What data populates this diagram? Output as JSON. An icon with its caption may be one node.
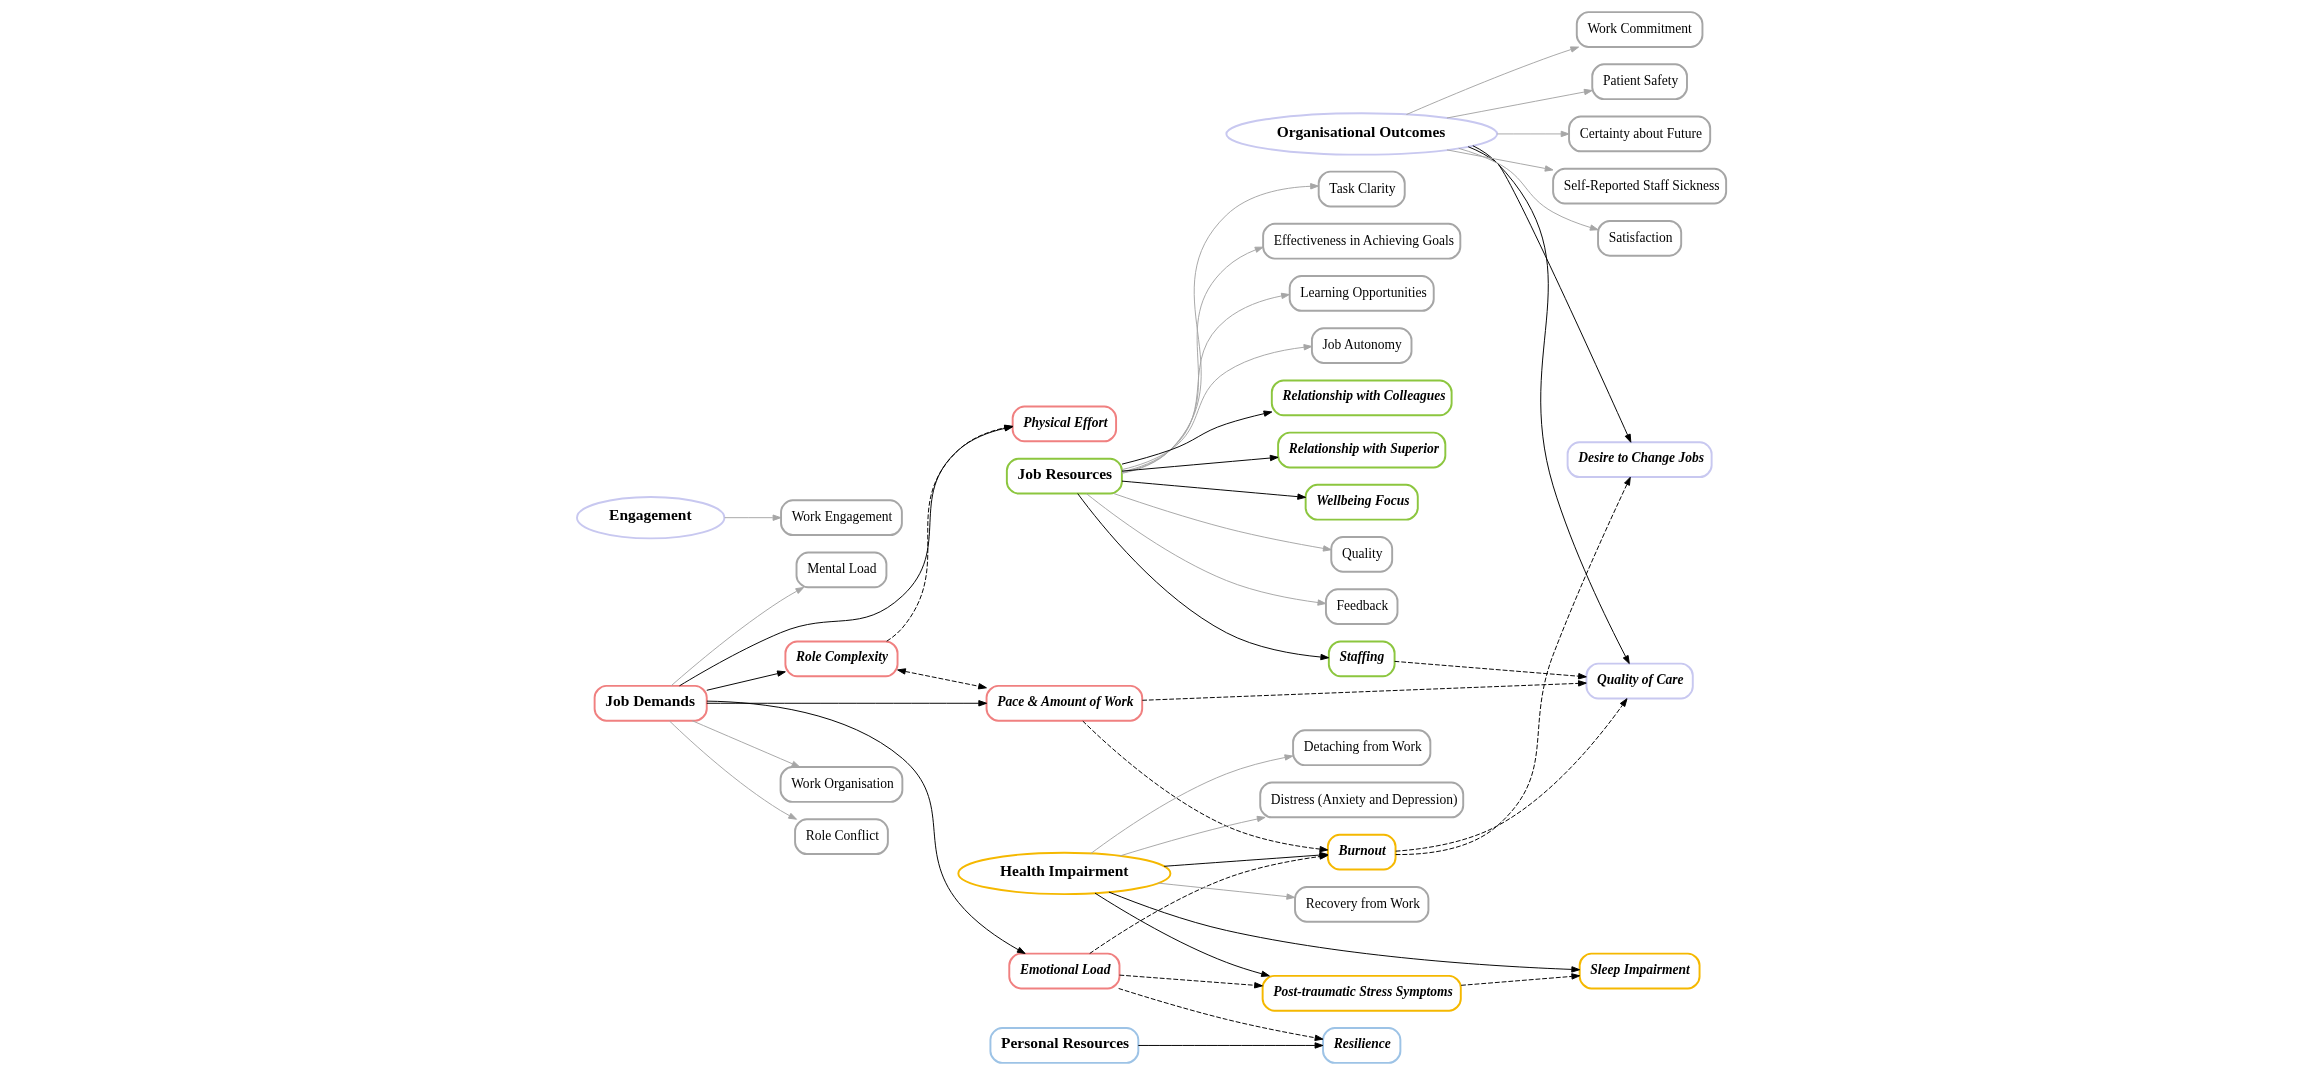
{
  "diagram": {
    "nodes": [
      {
        "text": [
          "Job Demands"
        ]
      },
      {
        "text": [
          "Mental Load"
        ]
      },
      {
        "text": [
          "Physical Effort"
        ]
      },
      {
        "text": [
          "Role Complexity"
        ]
      },
      {
        "text": [
          "Emotional Load"
        ]
      },
      {
        "text": [
          "Pace & Amount of Work"
        ]
      },
      {
        "text": [
          "Work Organisation"
        ]
      },
      {
        "text": [
          "Role Conflict"
        ]
      },
      {
        "text": [
          "Health Impairment"
        ]
      },
      {
        "text": [
          "Sleep Impairment"
        ]
      },
      {
        "text": [
          "Post-traumatic Stress Symptoms"
        ]
      },
      {
        "text": [
          "Burnout"
        ]
      },
      {
        "text": [
          "Recovery from Work"
        ]
      },
      {
        "text": [
          "Detaching from Work"
        ]
      },
      {
        "text": [
          "Distress (Anxiety and Depression)"
        ]
      },
      {
        "text": [
          "Personal Resources"
        ]
      },
      {
        "text": [
          "Resilience"
        ]
      },
      {
        "text": [
          "Organisational Outcomes"
        ]
      },
      {
        "text": [
          "Desire to Change Jobs"
        ]
      },
      {
        "text": [
          "Quality of Care"
        ]
      },
      {
        "text": [
          "Satisfaction"
        ]
      },
      {
        "text": [
          "Work Commitment"
        ]
      },
      {
        "text": [
          "Patient Safety"
        ]
      },
      {
        "text": [
          "Certainty about Future"
        ]
      },
      {
        "text": [
          "Self-Reported Staff Sickness"
        ]
      },
      {
        "text": [
          "Job Resources"
        ]
      },
      {
        "text": [
          "Quality"
        ]
      },
      {
        "text": [
          "Feedback"
        ]
      },
      {
        "text": [
          "Task Clarity"
        ]
      },
      {
        "text": [
          "Effectiveness in Achieving Goals"
        ]
      },
      {
        "text": [
          "Learning Opportunities"
        ]
      },
      {
        "text": [
          "Job Autonomy"
        ]
      },
      {
        "text": [
          "Staffing"
        ]
      },
      {
        "text": [
          "Relationship with Colleagues"
        ]
      },
      {
        "text": [
          "Relationship with Superior"
        ]
      },
      {
        "text": [
          "Wellbeing Focus"
        ]
      },
      {
        "text": [
          "Engagement"
        ]
      },
      {
        "text": [
          "Work Engagement"
        ]
      }
    ],
    "edges": [
      {
        "from": 0,
        "to": 1,
        "arrow": "to",
        "color": "#a6a6a6"
      },
      {
        "from": 0,
        "to": 2,
        "arrow": "to"
      },
      {
        "from": 0,
        "to": 3,
        "arrow": "to"
      },
      {
        "from": 0,
        "to": 4,
        "arrow": "to"
      },
      {
        "from": 0,
        "to": 5,
        "arrow": "to"
      },
      {
        "from": 0,
        "to": 6,
        "arrow": "to",
        "color": "#a6a6a6"
      },
      {
        "from": 0,
        "to": 7,
        "arrow": "to",
        "color": "#a6a6a6"
      },
      {
        "from": 3,
        "to": 2,
        "arrow": "to",
        "style": "dashed"
      },
      {
        "from": 3,
        "to": 5,
        "arrow": "both",
        "style": "dashed"
      },
      {
        "from": 4,
        "to": 10,
        "arrow": "to",
        "style": "dashed"
      },
      {
        "from": 4,
        "to": 11,
        "arrow": "to",
        "style": "dashed"
      },
      {
        "from": 4,
        "to": 16,
        "arrow": "to",
        "style": "dashed"
      },
      {
        "from": 5,
        "to": 11,
        "arrow": "to",
        "style": "dashed"
      },
      {
        "from": 5,
        "to": 19,
        "arrow": "to",
        "style": "dashed"
      },
      {
        "from": 8,
        "to": 9,
        "arrow": "to"
      },
      {
        "from": 8,
        "to": 10,
        "arrow": "to"
      },
      {
        "from": 8,
        "to": 11,
        "arrow": "to"
      },
      {
        "from": 10,
        "to": 9,
        "arrow": "to",
        "style": "dashed"
      },
      {
        "from": 8,
        "to": 12,
        "arrow": "to",
        "color": "#a6a6a6"
      },
      {
        "from": 8,
        "to": 13,
        "arrow": "to",
        "color": "#a6a6a6"
      },
      {
        "from": 8,
        "to": 14,
        "arrow": "to",
        "color": "#a6a6a6"
      },
      {
        "from": 11,
        "to": 18,
        "arrow": "to",
        "style": "dashed"
      },
      {
        "from": 11,
        "to": 19,
        "arrow": "to",
        "style": "dashed"
      },
      {
        "from": 15,
        "to": 16,
        "arrow": "to"
      },
      {
        "from": 17,
        "to": 18,
        "arrow": "to"
      },
      {
        "from": 17,
        "to": 19,
        "arrow": "to"
      },
      {
        "from": 17,
        "to": 20,
        "arrow": "to",
        "color": "#a6a6a6"
      },
      {
        "from": 17,
        "to": 21,
        "arrow": "to",
        "color": "#a6a6a6"
      },
      {
        "from": 17,
        "to": 22,
        "arrow": "to",
        "color": "#a6a6a6"
      },
      {
        "from": 17,
        "to": 23,
        "arrow": "to",
        "color": "#a6a6a6"
      },
      {
        "from": 17,
        "to": 24,
        "arrow": "to",
        "color": "#a6a6a6"
      },
      {
        "from": 25,
        "to": 26,
        "arrow": "to",
        "color": "#a6a6a6"
      },
      {
        "from": 25,
        "to": 27,
        "arrow": "to",
        "color": "#a6a6a6"
      },
      {
        "from": 25,
        "to": 28,
        "arrow": "to",
        "color": "#a6a6a6"
      },
      {
        "from": 25,
        "to": 29,
        "arrow": "to",
        "color": "#a6a6a6"
      },
      {
        "from": 25,
        "to": 30,
        "arrow": "to",
        "color": "#a6a6a6"
      },
      {
        "from": 25,
        "to": 31,
        "arrow": "to",
        "color": "#a6a6a6"
      },
      {
        "from": 25,
        "to": 32,
        "arrow": "to"
      },
      {
        "from": 25,
        "to": 33,
        "arrow": "to"
      },
      {
        "from": 25,
        "to": 34,
        "arrow": "to"
      },
      {
        "from": 25,
        "to": 35,
        "arrow": "to"
      },
      {
        "from": 32,
        "to": 19,
        "arrow": "to",
        "style": "dashed"
      },
      {
        "from": 36,
        "to": 37,
        "arrow": "to",
        "color": "#a6a6a6"
      }
    ]
  }
}
